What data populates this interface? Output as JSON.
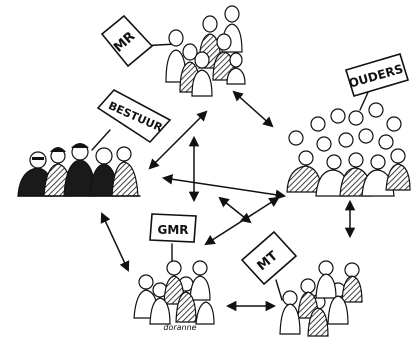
{
  "groups": {
    "mr": {
      "sign": "MR"
    },
    "bestuur": {
      "sign": "BESTUUR"
    },
    "ouders": {
      "sign": "OUDERS"
    },
    "gmr": {
      "sign": "GMR"
    },
    "mt": {
      "sign": "MT"
    }
  },
  "signature": "doranne"
}
